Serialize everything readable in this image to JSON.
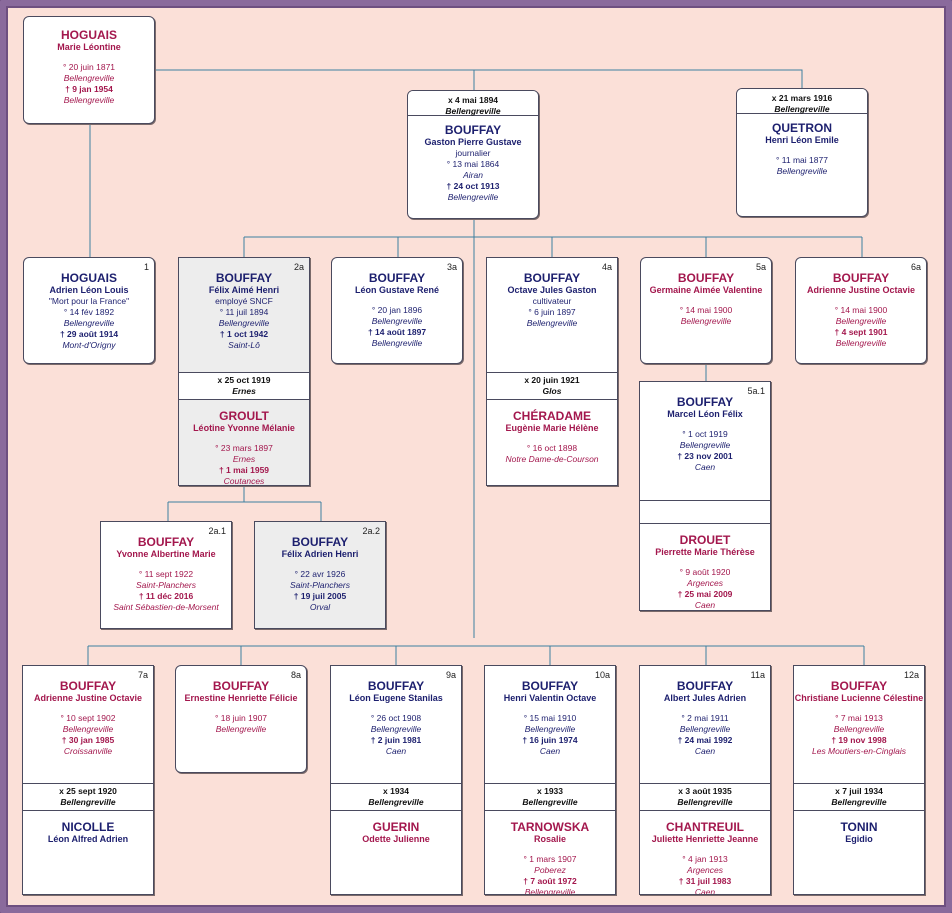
{
  "persons": {
    "hogmarie": {
      "surname": "HOGUAIS",
      "given": "Marie Léontine",
      "lines": [
        "° 20 juin 1871",
        "Bellengreville",
        "† 9 jan 1954",
        "Bellengreville"
      ]
    },
    "gaston": {
      "marriage_date": "x 4 mai 1894",
      "marriage_place": "Bellengreville",
      "surname": "BOUFFAY",
      "given": "Gaston Pierre Gustave",
      "lines": [
        "journalier",
        "° 13 mai 1864",
        "Airan",
        "† 24 oct 1913",
        "Bellengreville"
      ]
    },
    "quetron": {
      "marriage_date": "x 21 mars 1916",
      "marriage_place": "Bellengreville",
      "surname": "QUETRON",
      "given": "Henri Léon Emile",
      "lines": [
        "° 11 mai 1877",
        "Bellengreville"
      ]
    },
    "c1": {
      "num": "1",
      "surname": "HOGUAIS",
      "given": "Adrien Léon Louis",
      "lines": [
        "\"Mort pour la France\"",
        "° 14 fév 1892",
        "Bellengreville",
        "† 29 août 1914",
        "Mont-d'Origny"
      ]
    },
    "c2a": {
      "num": "2a",
      "surname": "BOUFFAY",
      "given": "Félix Aimé Henri",
      "lines": [
        "employé SNCF",
        "° 11 juil 1894",
        "Bellengreville",
        "† 1 oct 1942",
        "Saint-Lô"
      ],
      "marriage_date": "x 25 oct 1919",
      "marriage_place": "Ernes"
    },
    "c2a_sp": {
      "surname": "GROULT",
      "given": "Léotine Yvonne Mélanie",
      "lines": [
        "° 23 mars 1897",
        "Ernes",
        "† 1 mai 1959",
        "Coutances"
      ]
    },
    "c3a": {
      "num": "3a",
      "surname": "BOUFFAY",
      "given": "Léon Gustave René",
      "lines": [
        "° 20 jan 1896",
        "Bellengreville",
        "† 14 août 1897",
        "Bellengreville"
      ]
    },
    "c4a": {
      "num": "4a",
      "surname": "BOUFFAY",
      "given": "Octave Jules Gaston",
      "lines": [
        "cultivateur",
        "° 6 juin 1897",
        "Bellengreville"
      ],
      "marriage_date": "x 20 juin 1921",
      "marriage_place": "Glos"
    },
    "c4a_sp": {
      "surname": "CHÉRADAME",
      "given": "Eugènie Marie Hélène",
      "lines": [
        "° 16 oct 1898",
        "Notre Dame-de-Courson"
      ]
    },
    "c5a": {
      "num": "5a",
      "surname": "BOUFFAY",
      "given": "Germaine Aimée Valentine",
      "lines": [
        "° 14 mai 1900",
        "Bellengreville"
      ]
    },
    "c6a": {
      "num": "6a",
      "surname": "BOUFFAY",
      "given": "Adrienne Justine Octavie",
      "lines": [
        "° 14 mai 1900",
        "Bellengreville",
        "† 4 sept 1901",
        "Bellengreville"
      ]
    },
    "g2a1": {
      "num": "2a.1",
      "surname": "BOUFFAY",
      "given": "Yvonne Albertine Marie",
      "lines": [
        "° 11 sept 1922",
        "Saint-Planchers",
        "† 11 déc 2016",
        "Saint Sébastien-de-Morsent"
      ]
    },
    "g2a2": {
      "num": "2a.2",
      "surname": "BOUFFAY",
      "given": "Félix Adrien Henri",
      "lines": [
        "° 22 avr 1926",
        "Saint-Planchers",
        "† 19 juil 2005",
        "Orval"
      ]
    },
    "g5a1": {
      "num": "5a.1",
      "surname": "BOUFFAY",
      "given": "Marcel Léon Félix",
      "lines": [
        "° 1 oct 1919",
        "Bellengreville",
        "† 23 nov 2001",
        "Caen"
      ]
    },
    "g5a1_sp": {
      "surname": "DROUET",
      "given": "Pierrette Marie Thérèse",
      "lines": [
        "° 9 août 1920",
        "Argences",
        "† 25 mai 2009",
        "Caen"
      ]
    },
    "c7a": {
      "num": "7a",
      "surname": "BOUFFAY",
      "given": "Adrienne Justine Octavie",
      "lines": [
        "° 10 sept 1902",
        "Bellengreville",
        "† 30 jan 1985",
        "Croissanville"
      ],
      "marriage_date": "x 25 sept 1920",
      "marriage_place": "Bellengreville"
    },
    "c7a_sp": {
      "surname": "NICOLLE",
      "given": "Léon Alfred Adrien",
      "lines": []
    },
    "c8a": {
      "num": "8a",
      "surname": "BOUFFAY",
      "given": "Ernestine Henriette Félicie",
      "lines": [
        "° 18 juin 1907",
        "Bellengreville"
      ]
    },
    "c9a": {
      "num": "9a",
      "surname": "BOUFFAY",
      "given": "Léon Eugene Stanilas",
      "lines": [
        "° 26 oct 1908",
        "Bellengreville",
        "† 2 juin 1981",
        "Caen"
      ],
      "marriage_date": "x 1934",
      "marriage_place": "Bellengreville"
    },
    "c9a_sp": {
      "surname": "GUERIN",
      "given": "Odette Julienne",
      "lines": []
    },
    "c10a": {
      "num": "10a",
      "surname": "BOUFFAY",
      "given": "Henri Valentin Octave",
      "lines": [
        "° 15 mai 1910",
        "Bellengreville",
        "† 16 juin 1974",
        "Caen"
      ],
      "marriage_date": "x 1933",
      "marriage_place": "Bellengreville"
    },
    "c10a_sp": {
      "surname": "TARNOWSKA",
      "given": "Rosalie",
      "lines": [
        "° 1 mars 1907",
        "Poberez",
        "† 7 août 1972",
        "Bellengreville"
      ]
    },
    "c11a": {
      "num": "11a",
      "surname": "BOUFFAY",
      "given": "Albert Jules Adrien",
      "lines": [
        "° 2 mai 1911",
        "Bellengreville",
        "† 24 mai 1992",
        "Caen"
      ],
      "marriage_date": "x 3 août 1935",
      "marriage_place": "Bellengreville"
    },
    "c11a_sp": {
      "surname": "CHANTREUIL",
      "given": "Juliette Henriette Jeanne",
      "lines": [
        "° 4 jan 1913",
        "Argences",
        "† 31 juil 1983",
        "Caen"
      ]
    },
    "c12a": {
      "num": "12a",
      "surname": "BOUFFAY",
      "given": "Christiane Lucienne Célestine",
      "lines": [
        "° 7 mai 1913",
        "Bellengreville",
        "† 19 nov 1998",
        "Les Moutiers-en-Cinglais"
      ],
      "marriage_date": "x 7 juil 1934",
      "marriage_place": "Bellengreville"
    },
    "c12a_sp": {
      "surname": "TONIN",
      "given": "Egidio",
      "lines": []
    }
  }
}
